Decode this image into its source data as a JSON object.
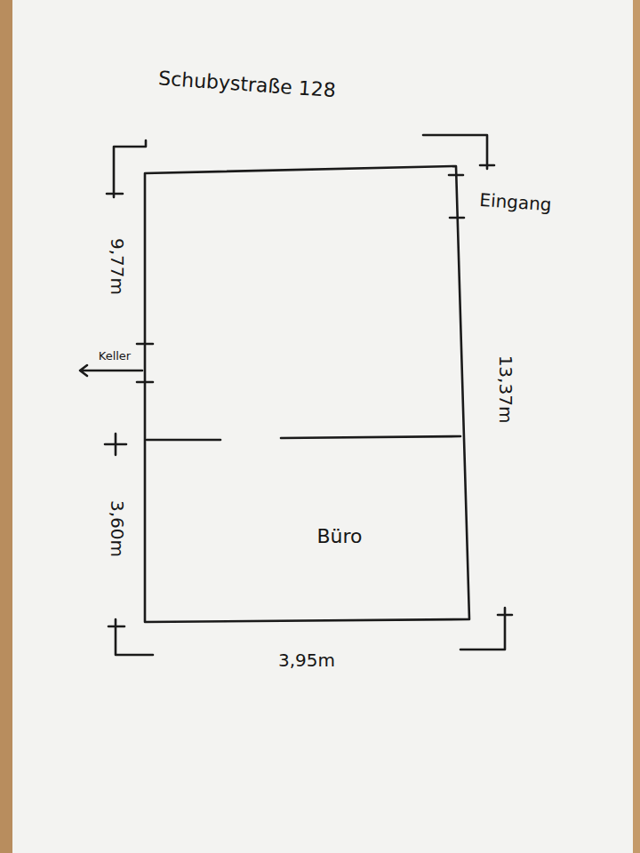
{
  "diagram": {
    "title": "Schubystraße 128",
    "nodes": [
      {
        "text": [
          "Büro"
        ]
      }
    ],
    "labels": [
      "Eingang",
      "9,77m",
      "Keller",
      "13,37m",
      "3,60m",
      "3,95m"
    ]
  }
}
